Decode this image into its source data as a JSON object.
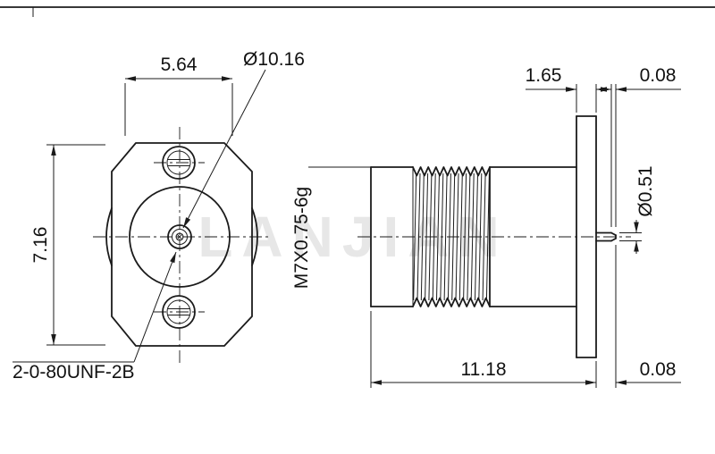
{
  "watermark": "LANJIAN",
  "front_view": {
    "dim_width_top": "5.64",
    "dim_height_left": "7.16",
    "dim_body_diameter": "Ø10.16",
    "mounting_thread_callout": "2-0-80UNF-2B"
  },
  "side_view": {
    "dim_flange_thickness": "1.65",
    "dim_tip_chamfer": "0.08",
    "dim_pin_diameter": "Ø0.51",
    "coupling_thread_callout": "M7X0.75-6g",
    "dim_body_length": "11.18",
    "dim_pin_protrusion": "0.08"
  }
}
